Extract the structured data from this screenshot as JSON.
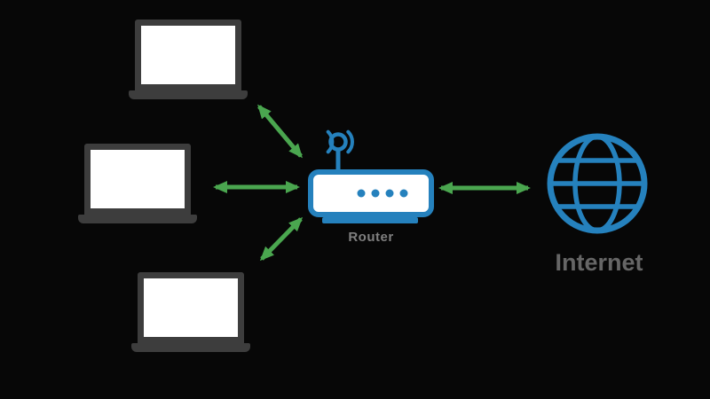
{
  "labels": {
    "router": "Router",
    "internet": "Internet"
  },
  "diagram": {
    "type": "network-topology",
    "nodes": [
      {
        "id": "laptop-1",
        "icon": "laptop-icon",
        "label": ""
      },
      {
        "id": "laptop-2",
        "icon": "laptop-icon",
        "label": ""
      },
      {
        "id": "laptop-3",
        "icon": "laptop-icon",
        "label": ""
      },
      {
        "id": "router",
        "icon": "wifi-router-icon",
        "label": "Router"
      },
      {
        "id": "internet",
        "icon": "globe-icon",
        "label": "Internet"
      }
    ],
    "connections": [
      {
        "from": "laptop-1",
        "to": "router",
        "arrow": "bidirectional"
      },
      {
        "from": "laptop-2",
        "to": "router",
        "arrow": "bidirectional"
      },
      {
        "from": "laptop-3",
        "to": "router",
        "arrow": "bidirectional"
      },
      {
        "from": "router",
        "to": "internet",
        "arrow": "bidirectional"
      }
    ]
  },
  "colors": {
    "background": "#070707",
    "device_blue": "#2581bd",
    "arrow_green": "#4aa64f",
    "laptop_body": "#3d3d3d",
    "laptop_screen": "#ffffff",
    "router_label_gray": "#7f7f7f",
    "internet_label_gray": "#666666"
  }
}
